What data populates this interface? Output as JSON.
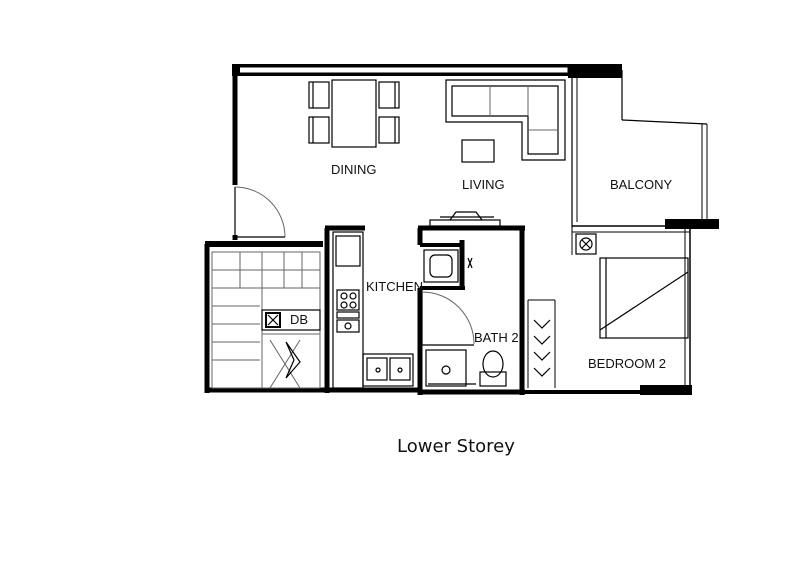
{
  "title": "Lower Storey",
  "rooms": {
    "dining": "DINING",
    "living": "LIVING",
    "balcony": "BALCONY",
    "kitchen": "KITCHEN",
    "bath": "BATH 2",
    "bedroom": "BEDROOM 2",
    "db": "DB"
  },
  "colors": {
    "ink": "#000000",
    "paper": "#ffffff"
  }
}
